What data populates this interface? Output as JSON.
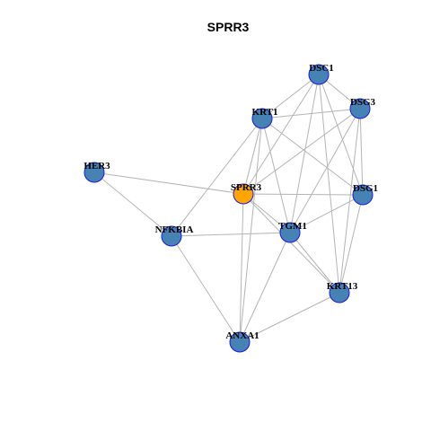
{
  "title": "SPRR3",
  "colors": {
    "hub_fill": "#FFA500",
    "node_fill": "#4682B4",
    "node_stroke": "#1A1AE6",
    "edge": "#B4B4B4"
  },
  "nodes": [
    {
      "id": "SPRR3",
      "label": "SPRR3",
      "hub": true
    },
    {
      "id": "DSC1",
      "label": "DSC1"
    },
    {
      "id": "DSG3",
      "label": "DSG3"
    },
    {
      "id": "KRT1",
      "label": "KRT1"
    },
    {
      "id": "HER3",
      "label": "HER3"
    },
    {
      "id": "DSG1",
      "label": "DSG1"
    },
    {
      "id": "NFKBIA",
      "label": "NFKBIA"
    },
    {
      "id": "TGM1",
      "label": "TGM1"
    },
    {
      "id": "KRT13",
      "label": "KRT13"
    },
    {
      "id": "ANXA1",
      "label": "ANXA1"
    }
  ],
  "edges": [
    [
      "SPRR3",
      "HER3"
    ],
    [
      "SPRR3",
      "DSC1"
    ],
    [
      "SPRR3",
      "DSG3"
    ],
    [
      "SPRR3",
      "KRT1"
    ],
    [
      "SPRR3",
      "DSG1"
    ],
    [
      "SPRR3",
      "TGM1"
    ],
    [
      "SPRR3",
      "KRT13"
    ],
    [
      "SPRR3",
      "ANXA1"
    ],
    [
      "DSC1",
      "KRT1"
    ],
    [
      "DSC1",
      "DSG3"
    ],
    [
      "DSC1",
      "DSG1"
    ],
    [
      "DSC1",
      "TGM1"
    ],
    [
      "DSC1",
      "KRT13"
    ],
    [
      "DSG3",
      "KRT1"
    ],
    [
      "DSG3",
      "DSG1"
    ],
    [
      "DSG3",
      "TGM1"
    ],
    [
      "DSG3",
      "KRT13"
    ],
    [
      "KRT1",
      "DSG1"
    ],
    [
      "KRT1",
      "TGM1"
    ],
    [
      "KRT1",
      "NFKBIA"
    ],
    [
      "KRT1",
      "ANXA1"
    ],
    [
      "HER3",
      "NFKBIA"
    ],
    [
      "DSG1",
      "TGM1"
    ],
    [
      "DSG1",
      "KRT13"
    ],
    [
      "NFKBIA",
      "TGM1"
    ],
    [
      "NFKBIA",
      "ANXA1"
    ],
    [
      "TGM1",
      "KRT13"
    ],
    [
      "TGM1",
      "ANXA1"
    ],
    [
      "KRT13",
      "ANXA1"
    ]
  ]
}
